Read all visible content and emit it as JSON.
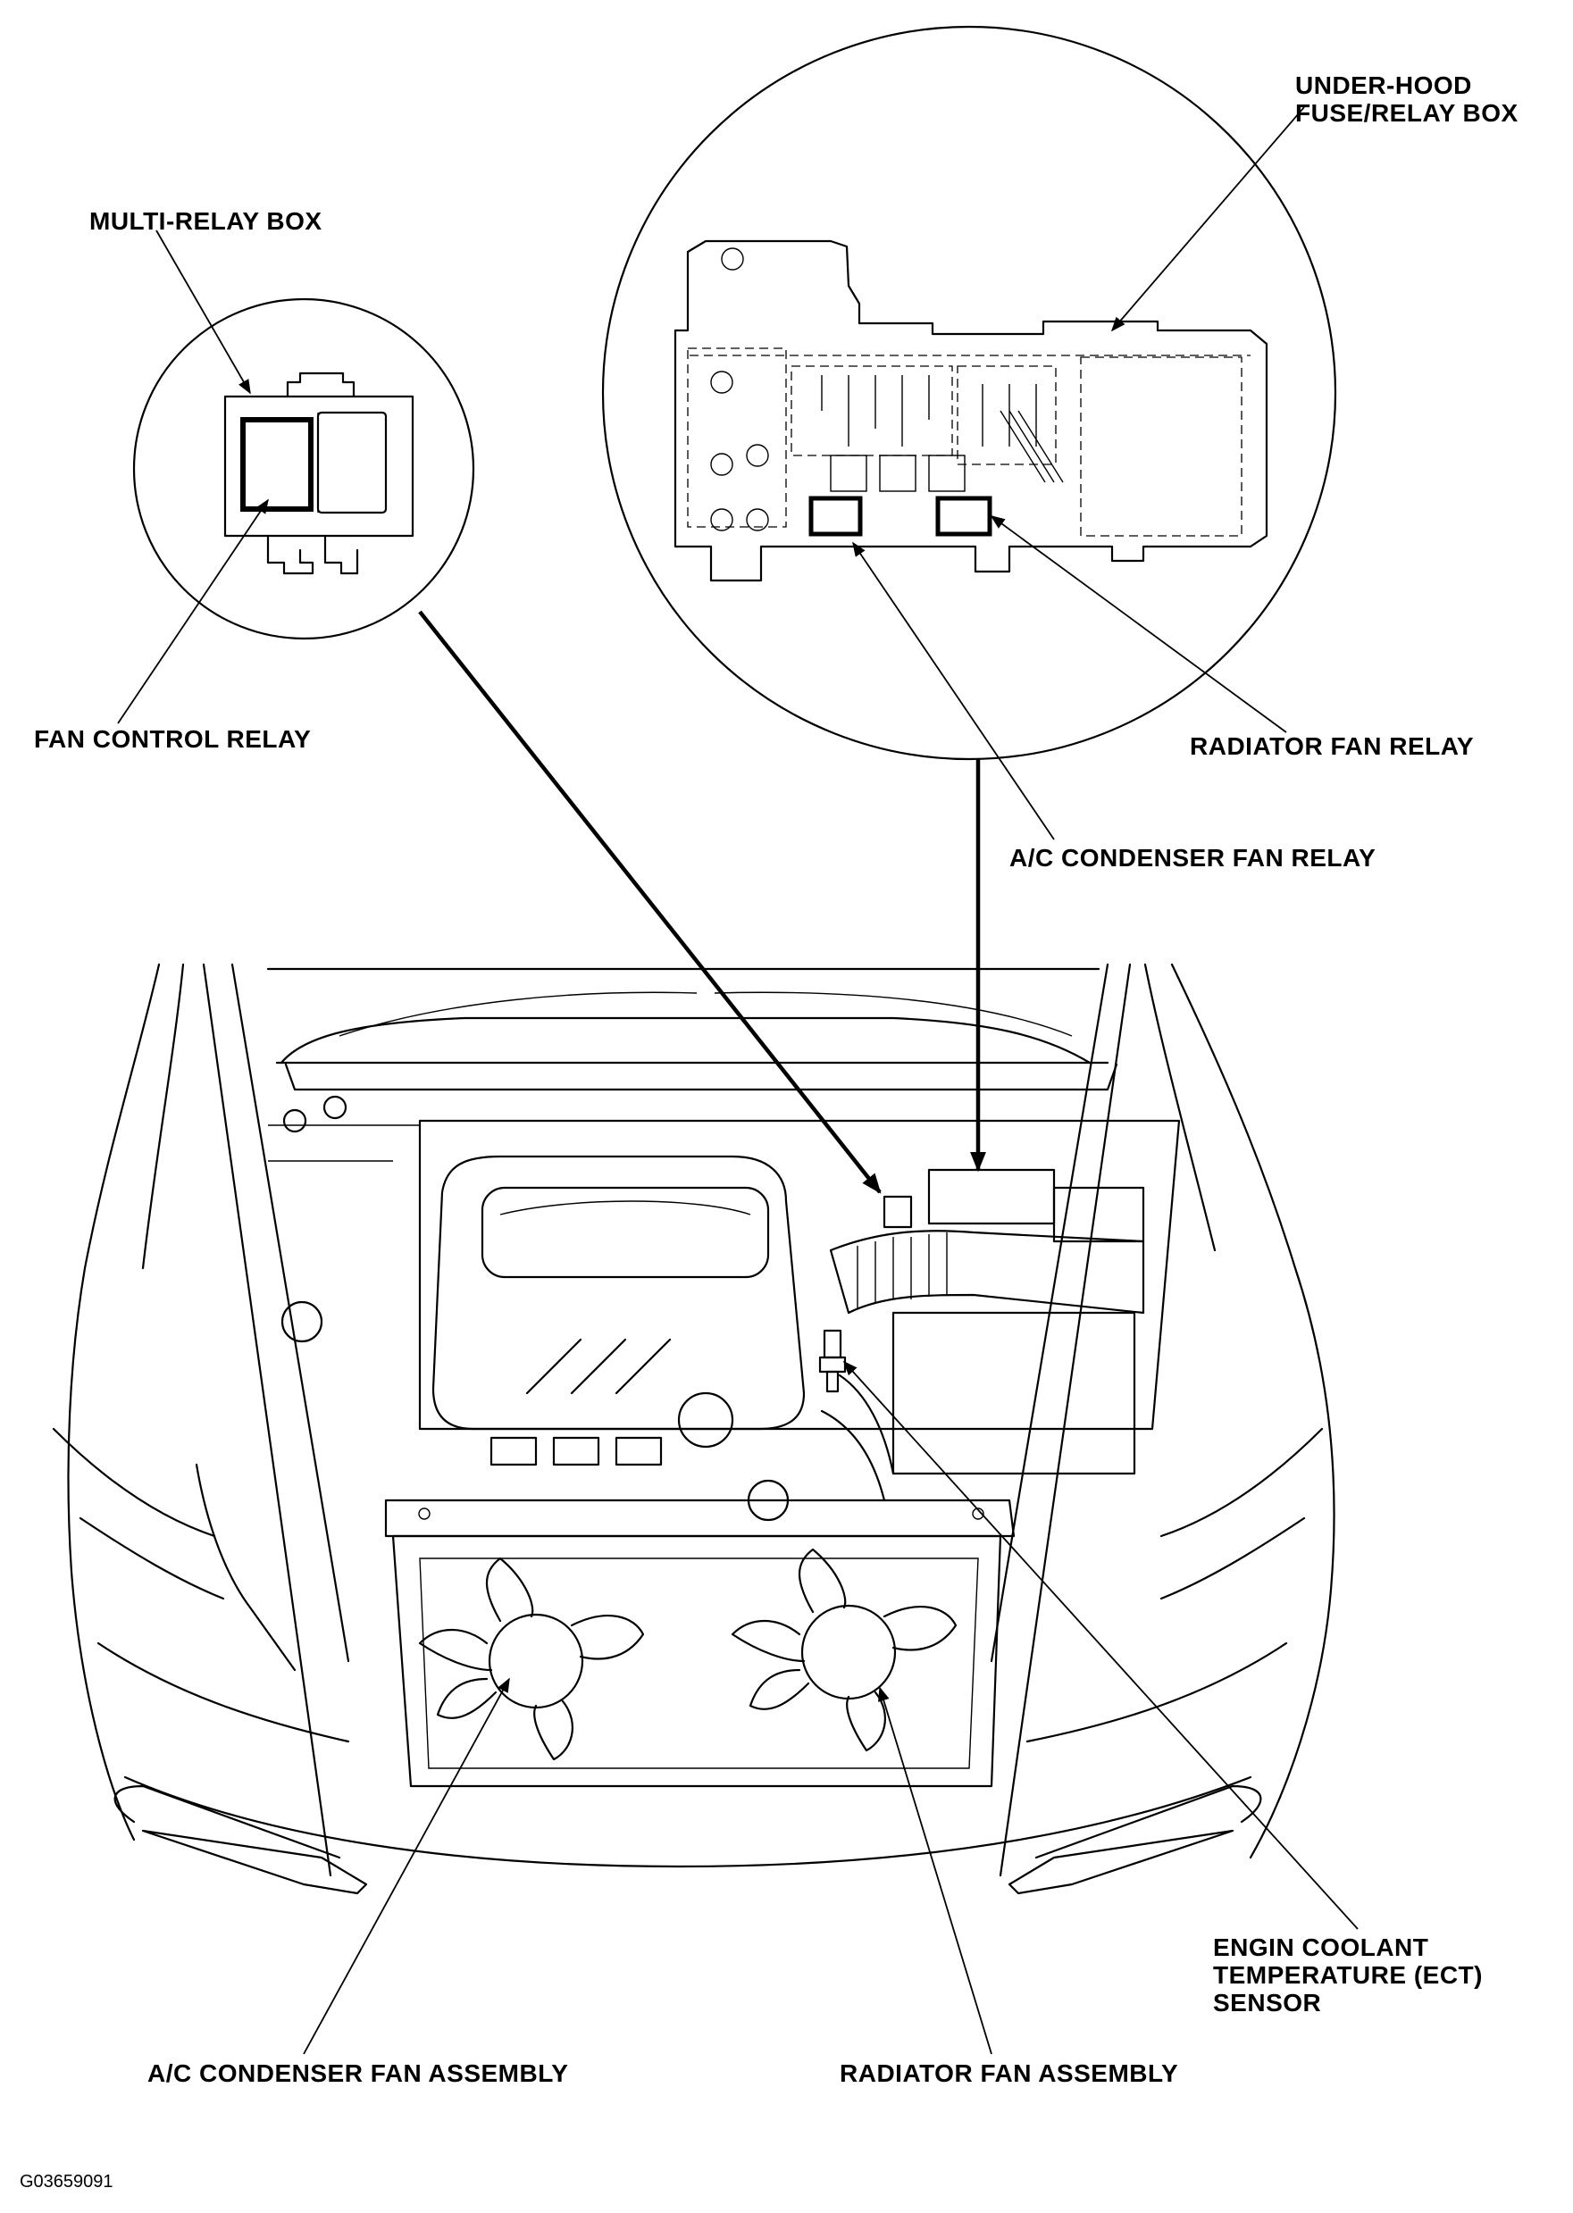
{
  "labels": {
    "under_hood_box": [
      "UNDER-HOOD",
      "FUSE/RELAY BOX"
    ],
    "multi_relay_box": "MULTI-RELAY BOX",
    "fan_control_relay": "FAN CONTROL RELAY",
    "radiator_fan_relay": "RADIATOR FAN RELAY",
    "ac_condenser_fan_relay": "A/C CONDENSER FAN RELAY",
    "ect_sensor": [
      "ENGIN COOLANT",
      "TEMPERATURE (ECT)",
      "SENSOR"
    ],
    "ac_condenser_fan_assembly": "A/C CONDENSER FAN ASSEMBLY",
    "radiator_fan_assembly": "RADIATOR FAN ASSEMBLY"
  },
  "figure_id": "G03659091"
}
